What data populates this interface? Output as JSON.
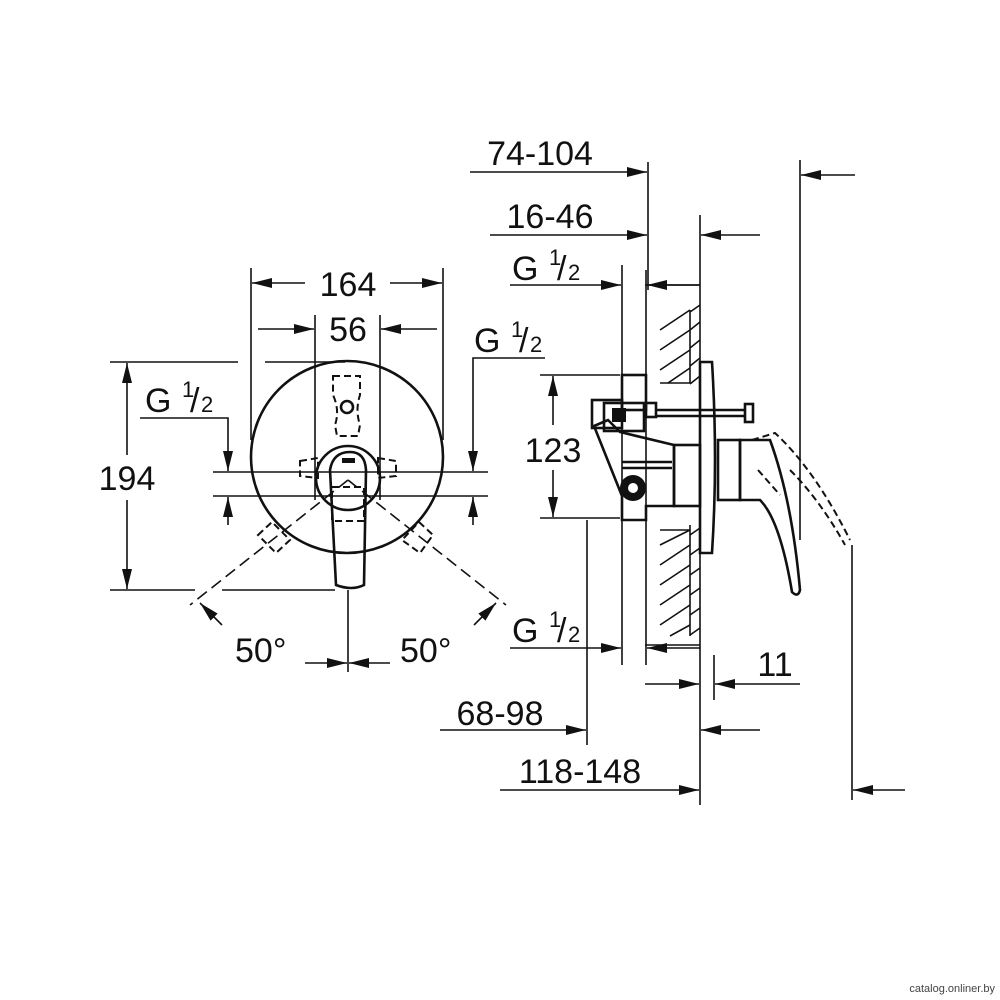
{
  "front_view": {
    "width_outer": "164",
    "width_inner": "56",
    "height": "194",
    "thread_left": {
      "g": "G",
      "num": "1",
      "den": "2"
    },
    "thread_right": {
      "g": "G",
      "num": "1",
      "den": "2"
    },
    "angle_left": "50°",
    "angle_right": "50°"
  },
  "side_view": {
    "depth_1": "74-104",
    "depth_2": "16-46",
    "thread_top": {
      "g": "G",
      "num": "1",
      "den": "2"
    },
    "thread_bottom": {
      "g": "G",
      "num": "1",
      "den": "2"
    },
    "height_inlets": "123",
    "plate_thickness": "11",
    "depth_3": "68-98",
    "depth_4": "118-148"
  },
  "watermark": "catalog.onliner.by"
}
